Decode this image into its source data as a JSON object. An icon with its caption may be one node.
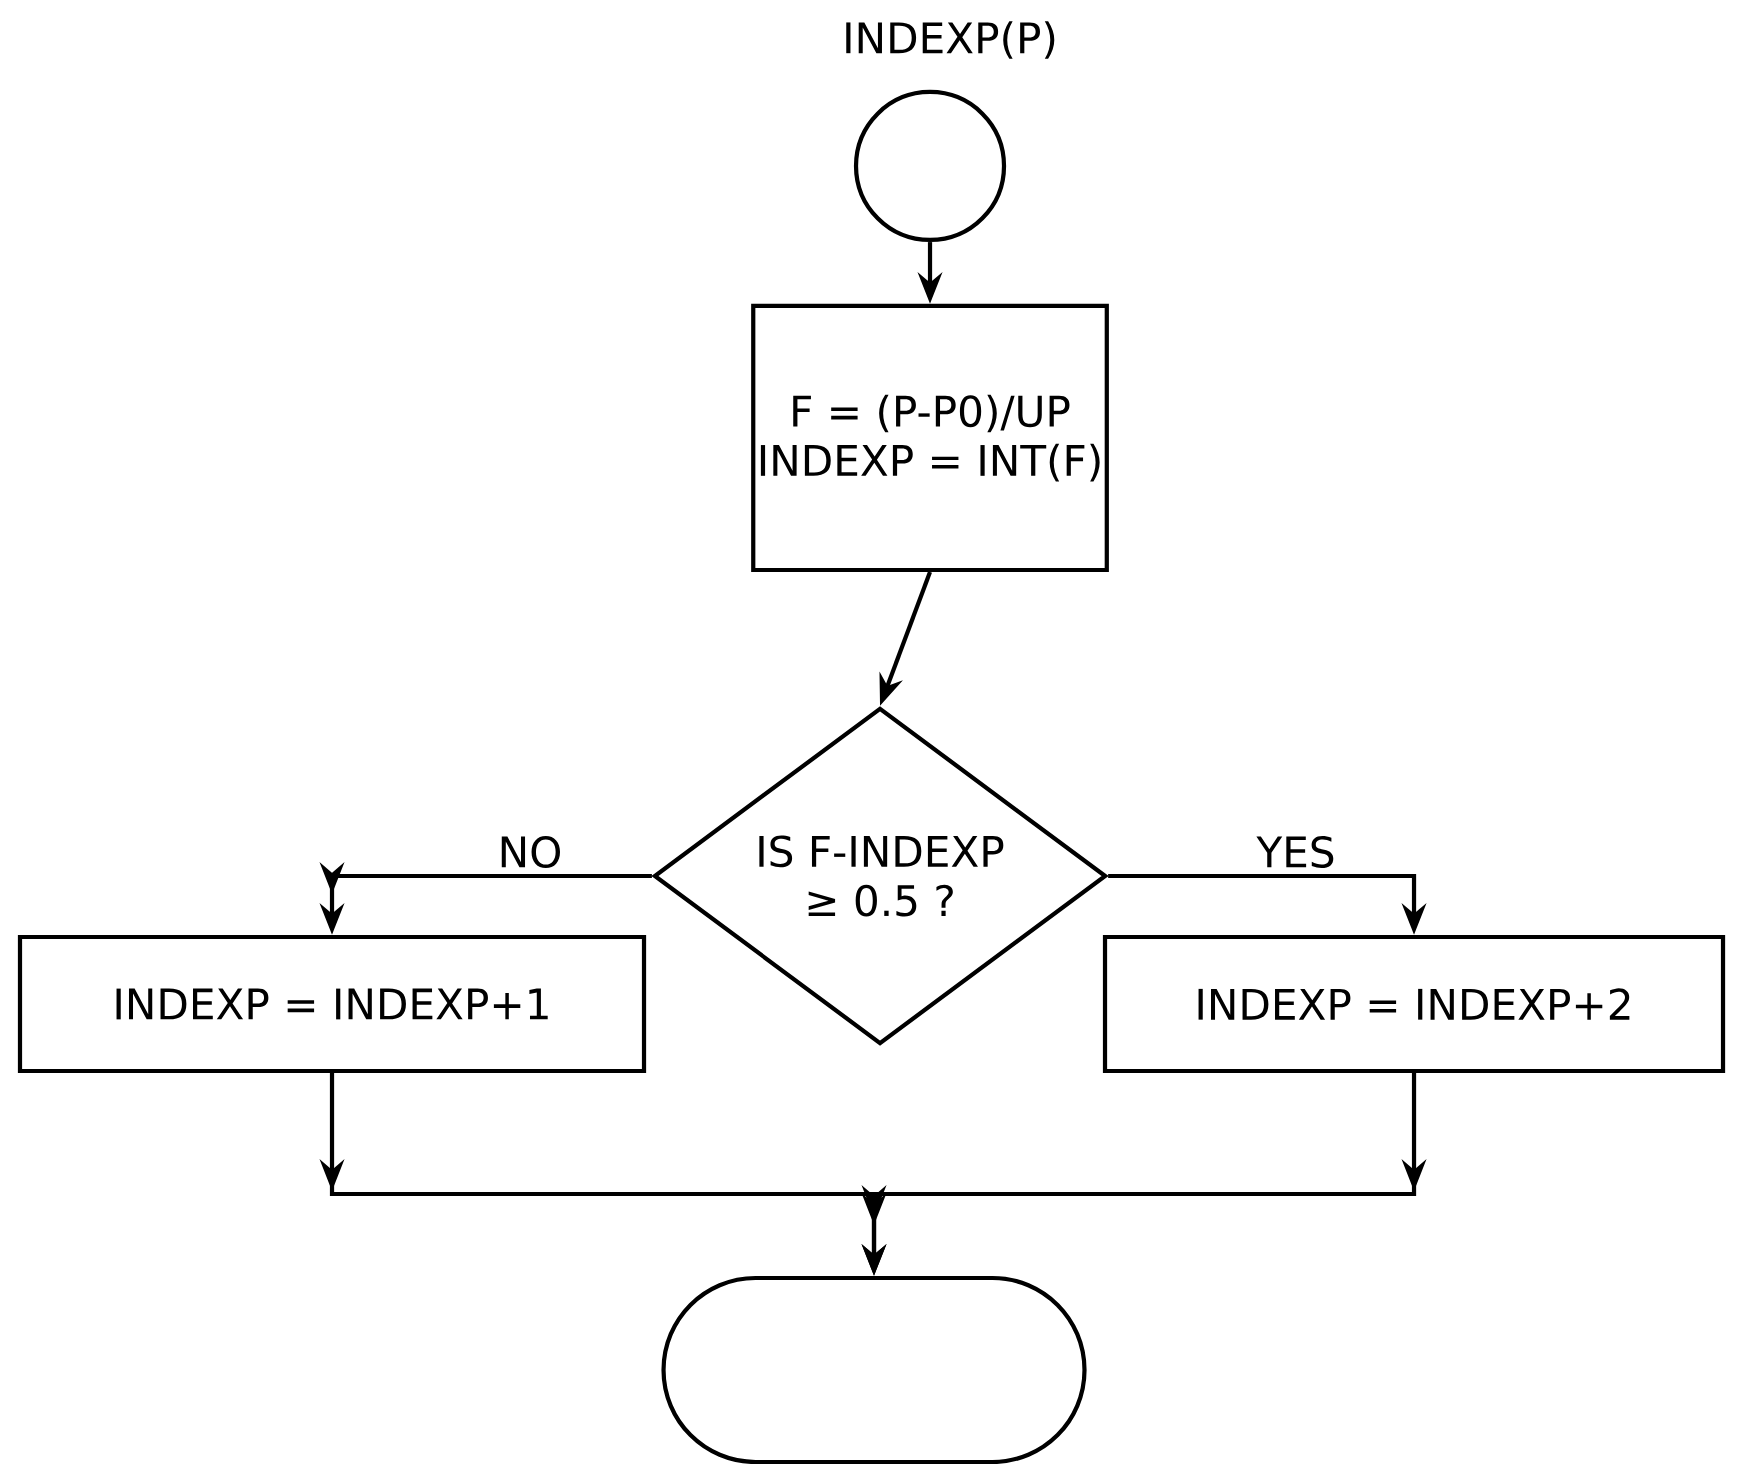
{
  "diagram": {
    "title": "INDEXP(P)",
    "nodes": [
      {
        "text": [],
        "shape": "circle"
      },
      {
        "text": [
          "F = (P-P0)/UP",
          "INDEXP = INT(F)"
        ]
      },
      {
        "text": [
          "IS F-INDEXP ≥ 0.5 ?"
        ]
      },
      {
        "text": [
          "INDEXP = INDEXP+1"
        ]
      },
      {
        "text": [
          "INDEXP = INDEXP+2"
        ]
      },
      {
        "text": [],
        "shape": "oval"
      }
    ],
    "edges": [
      {
        "from": 0,
        "to": 1,
        "arrow": "to"
      },
      {
        "from": 1,
        "to": 2,
        "arrow": "to"
      },
      {
        "from": 2,
        "to": 3,
        "arrow": "to",
        "label": "NO"
      },
      {
        "from": 2,
        "to": 4,
        "arrow": "to",
        "label": "YES"
      },
      {
        "from": 3,
        "to": 5,
        "arrow": "to"
      },
      {
        "from": 4,
        "to": 5,
        "arrow": "to"
      }
    ]
  }
}
